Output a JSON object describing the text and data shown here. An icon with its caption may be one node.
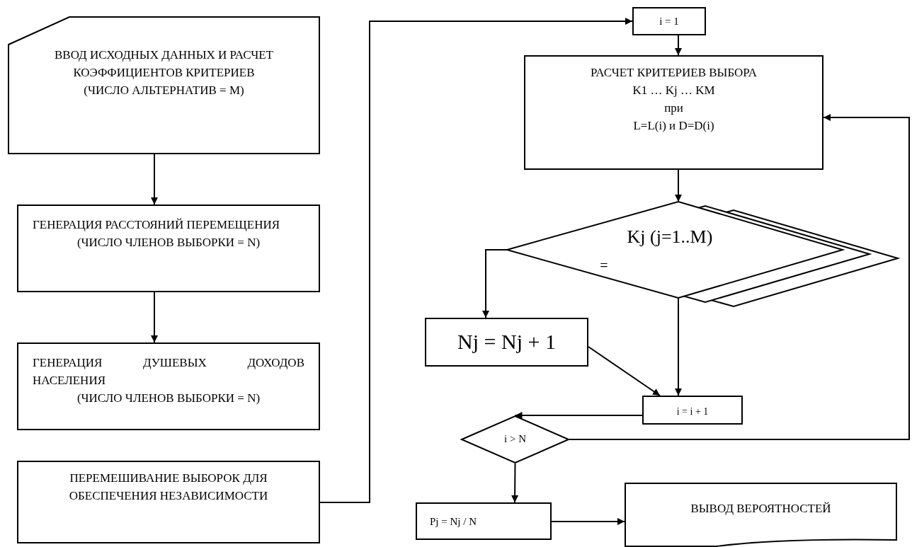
{
  "diagram": {
    "nodes": [
      {
        "text": [
          "ВВОД ИСХОДНЫХ ДАННЫХ И РАСЧЕТ КОЭФФИЦИЕНТОВ КРИТЕРИЕВ",
          "(ЧИСЛО АЛЬТЕРНАТИВ = М)"
        ]
      },
      {
        "text": [
          "ГЕНЕРАЦИЯ РАССТОЯНИЙ ПЕРЕМЕЩЕНИЯ",
          "(ЧИСЛО ЧЛЕНОВ ВЫБОРКИ = N)"
        ]
      },
      {
        "text": [
          "ГЕНЕРАЦИЯ ДУШЕВЫХ ДОХОДОВ НАСЕЛЕНИЯ",
          "(ЧИСЛО ЧЛЕНОВ ВЫБОРКИ = N)"
        ]
      },
      {
        "text": [
          "ПЕРЕМЕШИВАНИЕ ВЫБОРОК ДЛЯ ОБЕСПЕЧЕНИЯ НЕЗАВИСИМОСТИ"
        ]
      },
      {
        "text": [
          "i = 1"
        ]
      },
      {
        "text": [
          "РАСЧЕТ КРИТЕРИЕВ ВЫБОРА",
          "K1 … Kj … KM",
          "при",
          "L=L(i) и D=D(i)"
        ]
      },
      {
        "text": [
          "Kj (j=1..M)",
          "="
        ]
      },
      {
        "text": [
          "Nj = Nj + 1"
        ]
      },
      {
        "text": [
          "i = i + 1"
        ]
      },
      {
        "text": [
          "i > N"
        ]
      },
      {
        "text": [
          "Pj = Nj / N"
        ]
      },
      {
        "text": [
          "ВЫВОД ВЕРОЯТНОСТЕЙ"
        ]
      }
    ],
    "edges": [
      {
        "from": 0,
        "to": 1,
        "arrow": "to"
      },
      {
        "from": 1,
        "to": 2,
        "arrow": "to"
      },
      {
        "from": 3,
        "to": 4,
        "arrow": "to"
      },
      {
        "from": 4,
        "to": 5,
        "arrow": "to"
      },
      {
        "from": 5,
        "to": 6,
        "arrow": "to"
      },
      {
        "from": 6,
        "to": 7,
        "arrow": "to"
      },
      {
        "from": 6,
        "to": 8,
        "arrow": "to"
      },
      {
        "from": 7,
        "to": 8,
        "arrow": "to"
      },
      {
        "from": 8,
        "to": 9,
        "arrow": "to"
      },
      {
        "from": 9,
        "to": 5,
        "arrow": "to"
      },
      {
        "from": 9,
        "to": 10,
        "arrow": "to"
      },
      {
        "from": 10,
        "to": 11,
        "arrow": "to"
      }
    ]
  }
}
